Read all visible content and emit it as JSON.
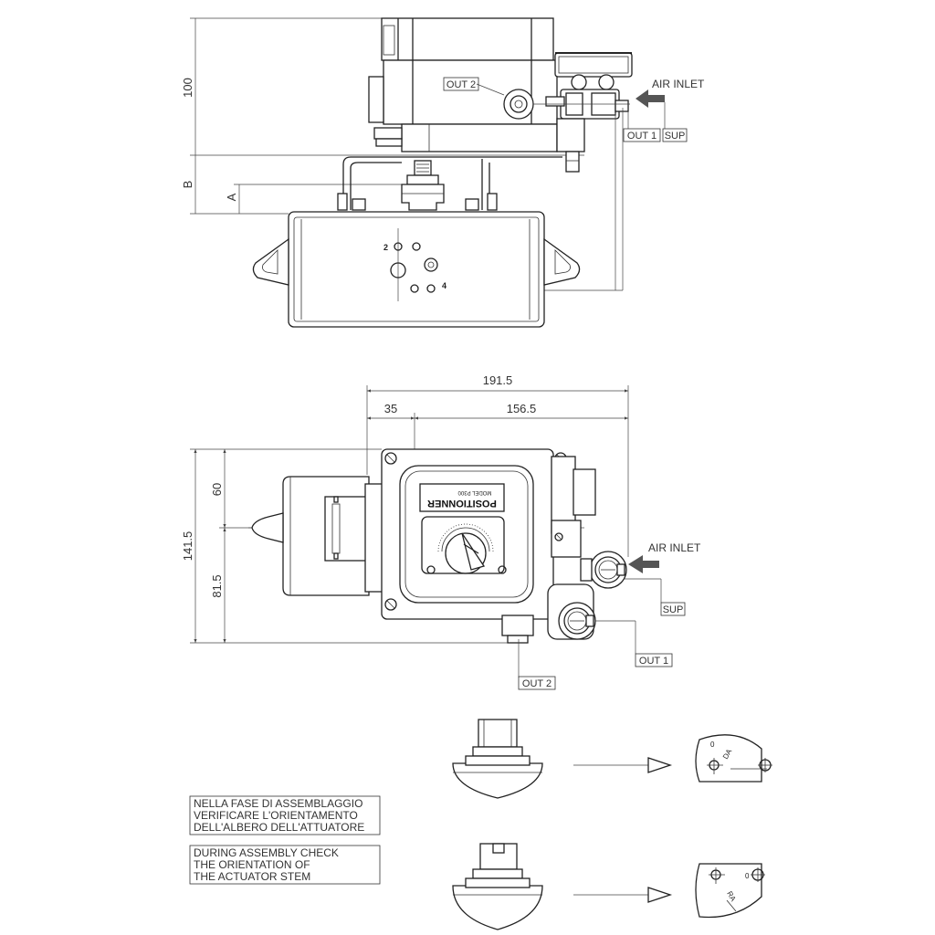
{
  "dimensions": {
    "top_height": "100",
    "dim_b": "B",
    "dim_a": "A",
    "overall_width": "191.5",
    "offset_width": "35",
    "body_width": "156.5",
    "overall_height": "141.5",
    "upper_height": "60",
    "lower_height": "81.5"
  },
  "ports": {
    "out2": "OUT 2",
    "out1": "OUT 1",
    "sup": "SUP",
    "air_inlet": "AIR INLET",
    "port_2": "2",
    "port_4": "4"
  },
  "nameplate": {
    "brand": "POSITIONNER",
    "model": "MODEL P300"
  },
  "stem_marks": {
    "zero": "0",
    "da": "DA",
    "ra": "RA"
  },
  "notes": {
    "italian": [
      "NELLA FASE DI ASSEMBLAGGIO",
      "VERIFICARE L'ORIENTAMENTO",
      "DELL'ALBERO DELL'ATTUATORE"
    ],
    "english": [
      "DURING ASSEMBLY CHECK",
      "THE ORIENTATION OF",
      "THE ACTUATOR STEM"
    ]
  }
}
